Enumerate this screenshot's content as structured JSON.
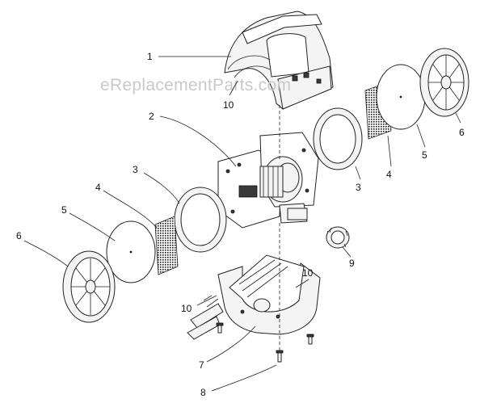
{
  "watermark": "eReplacementParts.com",
  "callouts": {
    "c1": "1",
    "c10_top": "10",
    "c2": "2",
    "c3_left": "3",
    "c4_left": "4",
    "c5_left": "5",
    "c6_left": "6",
    "c6_right": "6",
    "c5_right": "5",
    "c4_right": "4",
    "c3_right": "3",
    "c9": "9",
    "c10_right": "10",
    "c10_left": "10",
    "c7": "7",
    "c8": "8"
  },
  "icons": {
    "top_housing": "top-housing-shell",
    "motor_assembly": "motor-assembly",
    "gasket_ring": "gasket-ring",
    "mesh_filter": "mesh-filter",
    "filter_disc": "filter-disc",
    "end_cap": "end-cap",
    "hose_nut": "hose-nut",
    "bottom_housing": "bottom-housing",
    "screw": "screw"
  }
}
